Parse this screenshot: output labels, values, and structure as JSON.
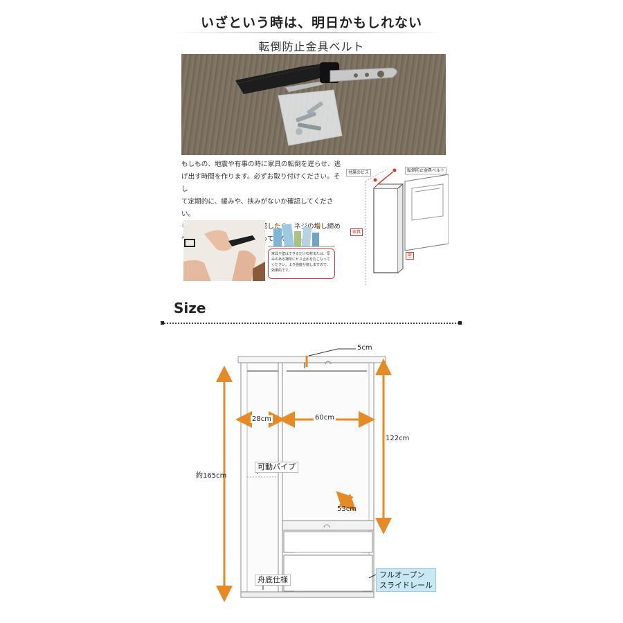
{
  "header": {
    "title": "いざという時は、明日かもしれない",
    "subtitle": "転倒防止金具ベルト"
  },
  "description": {
    "lines": [
      "もしもの、地震や有事の時に家具の転倒を遅らせ、逃",
      "げ出す時間を作ります。必ずお取り付けください。そし",
      "て定期的に、緩みや、挟みがないか確認してください。",
      "もし緩みや、挟みもしを確認したら、ネジの増し締め",
      "や、ベルトの調整をおこなってください。"
    ]
  },
  "callout": {
    "text": "家具や壁はできるだけ石材または、厚みのある場所にビス止めをおこなってください。より強度が増しますので、効果的です。"
  },
  "install_diagram": {
    "screw_label": "付属のビス",
    "belt_label": "転倒防止金具ベルト",
    "furniture_label": "家具",
    "wall_label": "壁"
  },
  "size_section": {
    "title": "Size"
  },
  "dimensions": {
    "top_gap": "5cm",
    "left_width": "28cm",
    "right_width": "60cm",
    "inner_height": "122cm",
    "total_height": "約165cm",
    "depth": "53cm",
    "pipe_label": "可動パイプ",
    "base_label": "舟底仕様",
    "rail_label_line1": "フルオープン",
    "rail_label_line2": "スライドレール"
  },
  "colors": {
    "dimension_arrow": "#e58a24",
    "callout_border": "#d83a2e",
    "rail_label_bg": "#c9e8f5"
  }
}
